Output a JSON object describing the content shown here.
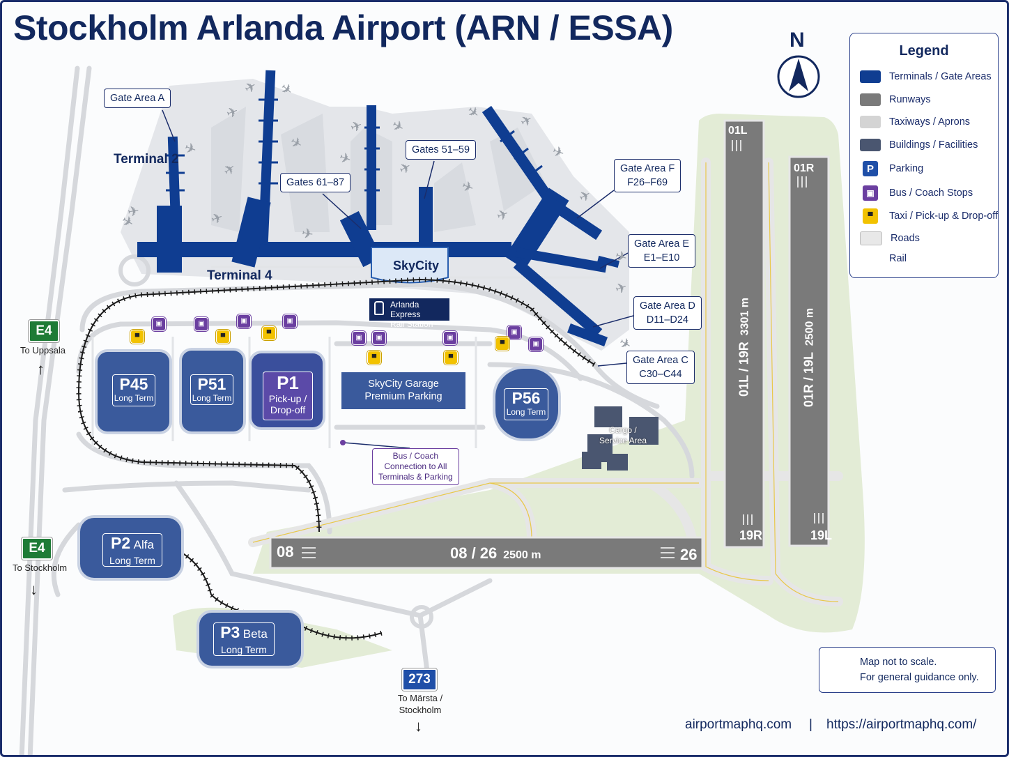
{
  "title": "Stockholm Arlanda Airport (ARN / ESSA)",
  "north": "N",
  "legend": {
    "title": "Legend",
    "items": [
      {
        "label": "Terminals / Gate Areas",
        "color": "#0f3d91"
      },
      {
        "label": "Runways",
        "color": "#7a7a7a"
      },
      {
        "label": "Taxiways / Aprons",
        "color": "#d4d4d4"
      },
      {
        "label": "Buildings / Facilities",
        "color": "#4a5670"
      },
      {
        "label": "Parking",
        "color": "#1f4fa8",
        "glyph": "P"
      },
      {
        "label": "Bus / Coach Stops",
        "color": "#6b3fa0",
        "icon": "bus-icon"
      },
      {
        "label": "Taxi / Pick-up & Drop-off",
        "color": "#f2c200",
        "icon": "taxi-icon"
      },
      {
        "label": "Roads",
        "color": "#cfcfcf"
      },
      {
        "label": "Rail",
        "color": "#1a1a1a"
      }
    ]
  },
  "callouts": {
    "gate_a": "Gate Area A",
    "gates_61": "Gates 61–87",
    "gates_51": "Gates 51–59",
    "gate_f": [
      "Gate Area F",
      "F26–F69"
    ],
    "gate_e": [
      "Gate Area E",
      "E1–E10"
    ],
    "gate_d": [
      "Gate Area D",
      "D11–D24"
    ],
    "gate_c": [
      "Gate Area C",
      "C30–C44"
    ],
    "bus": [
      "Bus / Coach",
      "Connection to All",
      "Terminals & Parking"
    ]
  },
  "labels": {
    "terminal2": "Terminal 2",
    "terminal4": "Terminal 4",
    "skycity": "SkyCity",
    "rail_station": [
      "Arlanda Express",
      "Rail Station"
    ],
    "cargo": [
      "Cargo /",
      "Service Area"
    ],
    "skycity_garage": [
      "SkyCity Garage",
      "Premium Parking"
    ]
  },
  "parking": {
    "p45": {
      "code": "P45",
      "sub": "Long Term"
    },
    "p51": {
      "code": "P51",
      "sub": "Long Term"
    },
    "p1": {
      "code": "P1",
      "sub": [
        "Pick-up /",
        "Drop-off"
      ]
    },
    "p56": {
      "code": "P56",
      "sub": "Long Term"
    },
    "p2": {
      "code": "P2",
      "name": "Alfa",
      "sub": "Long Term"
    },
    "p3": {
      "code": "P3",
      "name": "Beta",
      "sub": "Long Term"
    }
  },
  "runways": {
    "r0826": {
      "left": "08",
      "right": "26",
      "name": "08 / 26",
      "length": "2500 m"
    },
    "r01l": {
      "top": "01L",
      "bottom": "19R",
      "name": "01L / 19R",
      "length": "3301 m"
    },
    "r01r": {
      "top": "01R",
      "bottom": "19L",
      "name": "01R / 19L",
      "length": "2500 m"
    }
  },
  "roads": {
    "e4_north": {
      "shield": "E4",
      "dest": "To Uppsala",
      "arrow": "↑",
      "color": "#1e7b36"
    },
    "e4_south": {
      "shield": "E4",
      "dest": "To Stockholm",
      "arrow": "↓",
      "color": "#1e7b36"
    },
    "r273": {
      "shield": "273",
      "dest": [
        "To Märsta /",
        "Stockholm"
      ],
      "arrow": "↓",
      "color": "#1f4fa8"
    }
  },
  "info": [
    "Map not to scale.",
    "For general guidance only."
  ],
  "footer": {
    "site": "airportmaphq.com",
    "sep": "|",
    "url": "https://airportmaphq.com/"
  },
  "colors": {
    "terminal": "#0f3d91",
    "runway": "#7a7a7a",
    "apron": "#e4e6ea",
    "grass": "#e3ecd6",
    "parking": "#3a5a9c",
    "purple": "#6b3fa0"
  }
}
